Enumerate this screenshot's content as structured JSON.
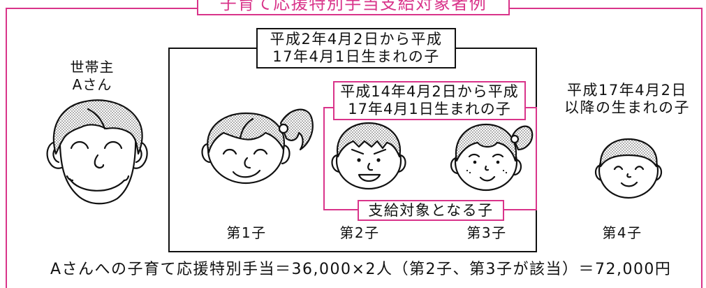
{
  "title": "子育て応援特別手当支給対象者例",
  "head_of_household": {
    "line1": "世帯主",
    "line2": "Aさん",
    "icon": "father-face-icon"
  },
  "age_range_outer": {
    "line1": "平成2年4月2日から平成",
    "line2": "17年4月1日生まれの子"
  },
  "age_range_inner": {
    "line1": "平成14年4月2日から平成",
    "line2": "17年4月1日生まれの子"
  },
  "eligible_label": "支給対象となる子",
  "born_after": {
    "line1": "平成17年4月2日",
    "line2": "以降の生まれの子"
  },
  "children": [
    {
      "label": "第1子",
      "icon": "girl-ponytail-face-icon"
    },
    {
      "label": "第2子",
      "icon": "boy-face-icon"
    },
    {
      "label": "第3子",
      "icon": "girl-pigtail-face-icon"
    },
    {
      "label": "第4子",
      "icon": "baby-face-icon"
    }
  ],
  "formula": "Aさんへの子育て応援特別手当＝36,000×2人（第2子、第3子が該当）＝72,000円",
  "colors": {
    "accent": "#d9348a",
    "line": "#111111",
    "background": "#ffffff"
  }
}
